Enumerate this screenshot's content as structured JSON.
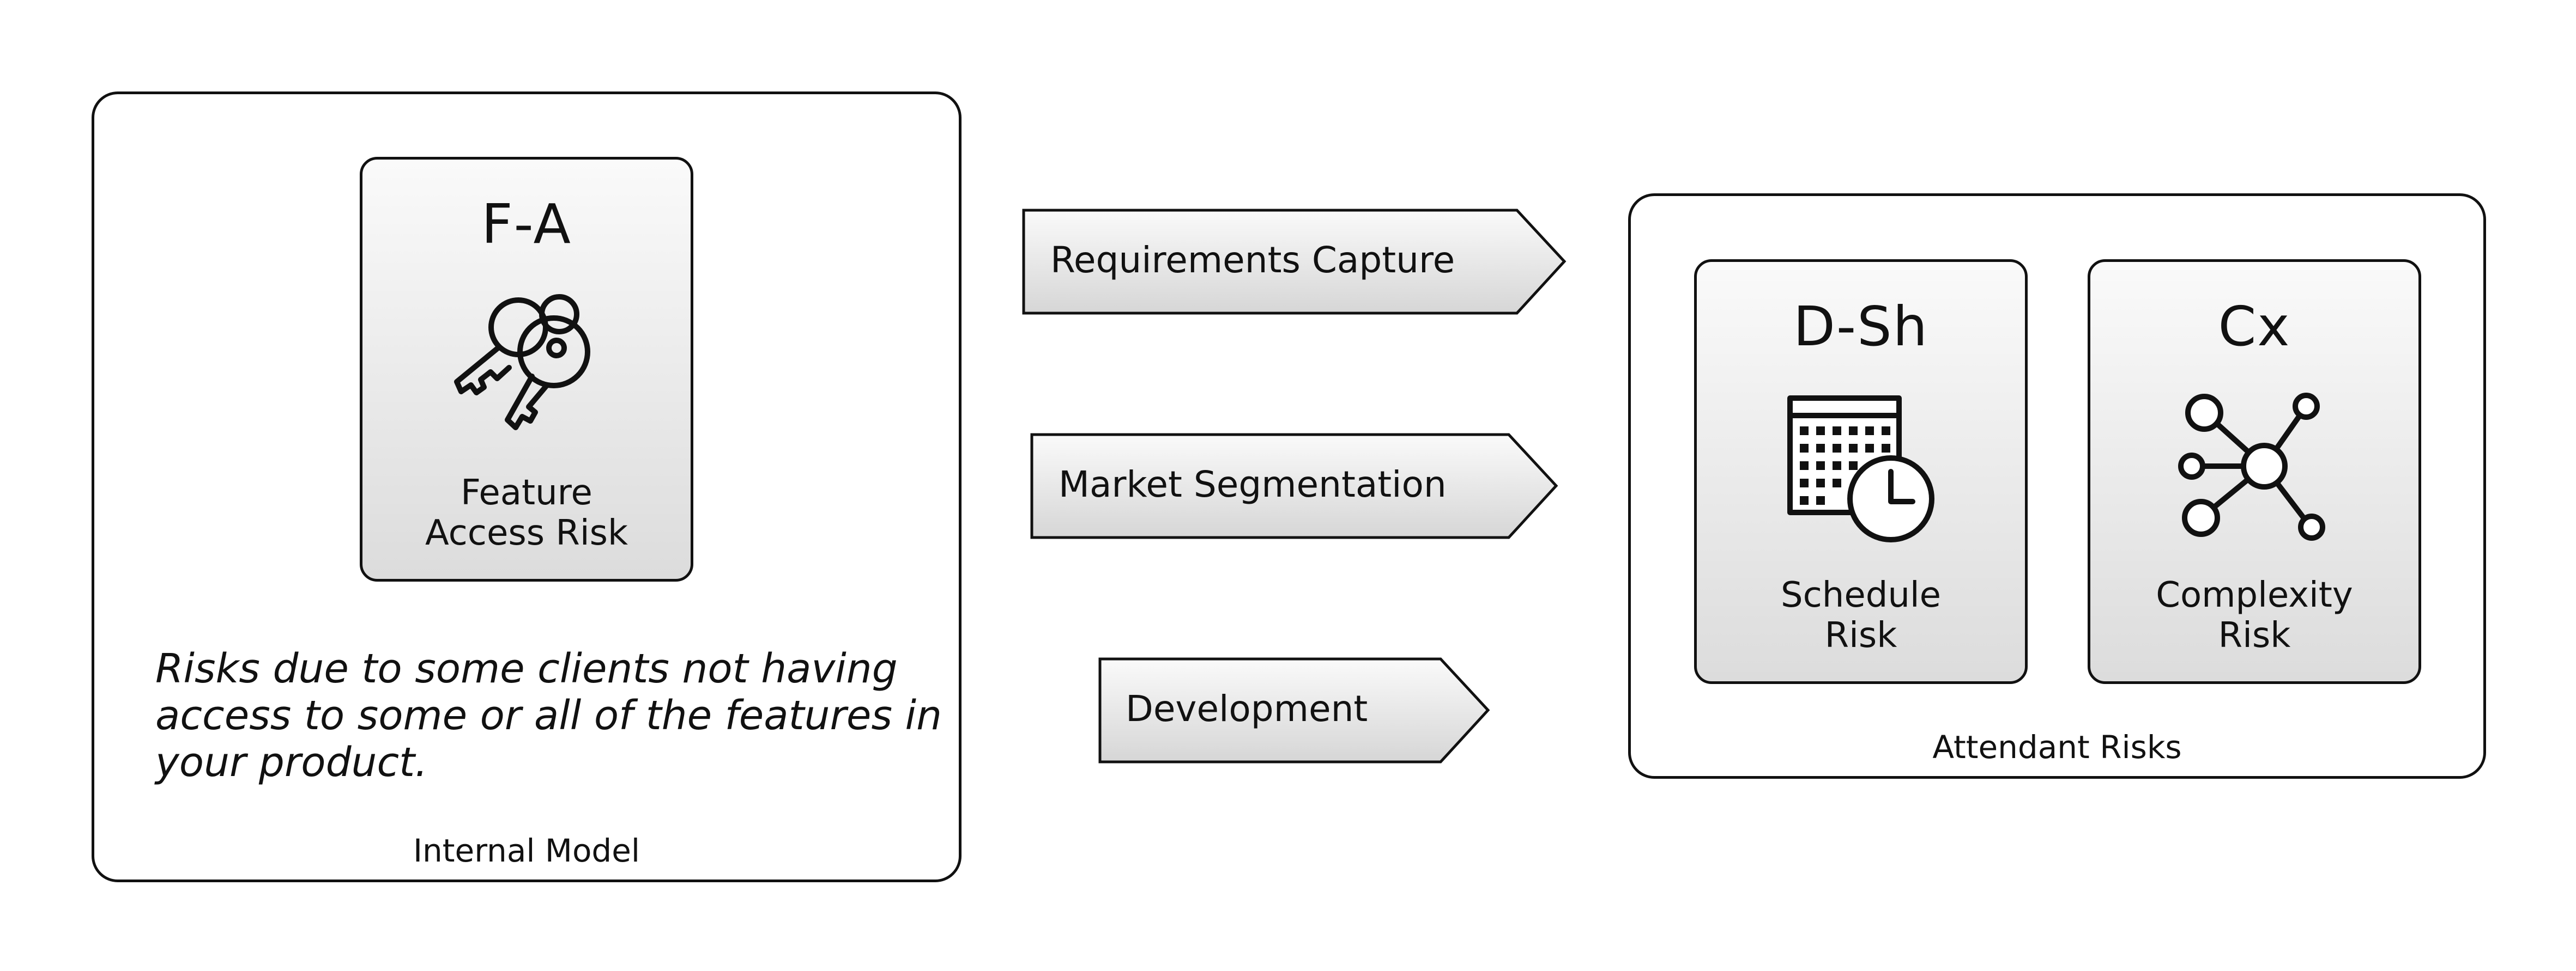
{
  "internal_model": {
    "label": "Internal Model",
    "card": {
      "code": "F-A",
      "title": "Feature\nAccess Risk",
      "icon": "keys-icon"
    },
    "description": "Risks due to some clients not having access to some or all of the features in your product."
  },
  "arrows": [
    {
      "label": "Requirements Capture"
    },
    {
      "label": "Market Segmentation"
    },
    {
      "label": "Development"
    }
  ],
  "attendant_risks": {
    "label": "Attendant Risks",
    "cards": [
      {
        "code": "D-Sh",
        "title": "Schedule\nRisk",
        "icon": "calendar-clock-icon"
      },
      {
        "code": "Cx",
        "title": "Complexity\nRisk",
        "icon": "network-nodes-icon"
      }
    ]
  }
}
